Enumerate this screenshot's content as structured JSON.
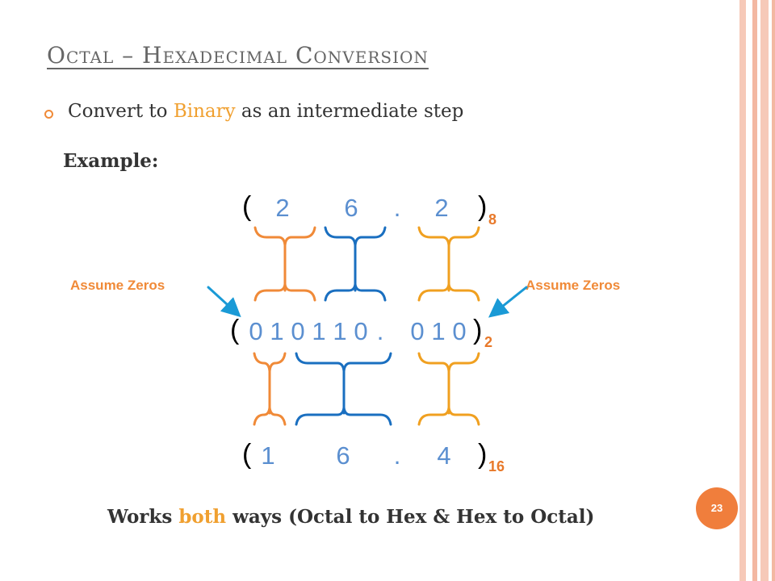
{
  "slide": {
    "title": "Octal – Hexadecimal Conversion",
    "bullet": {
      "prefix": "Convert to ",
      "highlight": "Binary",
      "suffix": " as an intermediate step"
    },
    "example_label": "Example:",
    "octal": {
      "open": "(",
      "close": ")",
      "base": "8",
      "digits": [
        "2",
        "6",
        ".",
        "2"
      ]
    },
    "binary": {
      "open": "(",
      "close": ")",
      "base": "2",
      "digits": [
        "0",
        "1",
        "0",
        "1",
        "1",
        "0",
        ".",
        "0",
        "1",
        "0"
      ]
    },
    "hex": {
      "open": "(",
      "close": ")",
      "base": "16",
      "digits": [
        "1",
        "6",
        ".",
        "4"
      ]
    },
    "assume_left": "Assume Zeros",
    "assume_right": "Assume Zeros",
    "footer": {
      "prefix": "Works ",
      "highlight": "both",
      "suffix": " ways (Octal to Hex & Hex to Octal)"
    },
    "page_number": "23",
    "colors": {
      "orange": "#f08a38",
      "blue": "#1a6fc0",
      "gold": "#f0a020",
      "digit_blue": "#5b8fd0",
      "accent": "#f07e3c"
    }
  }
}
